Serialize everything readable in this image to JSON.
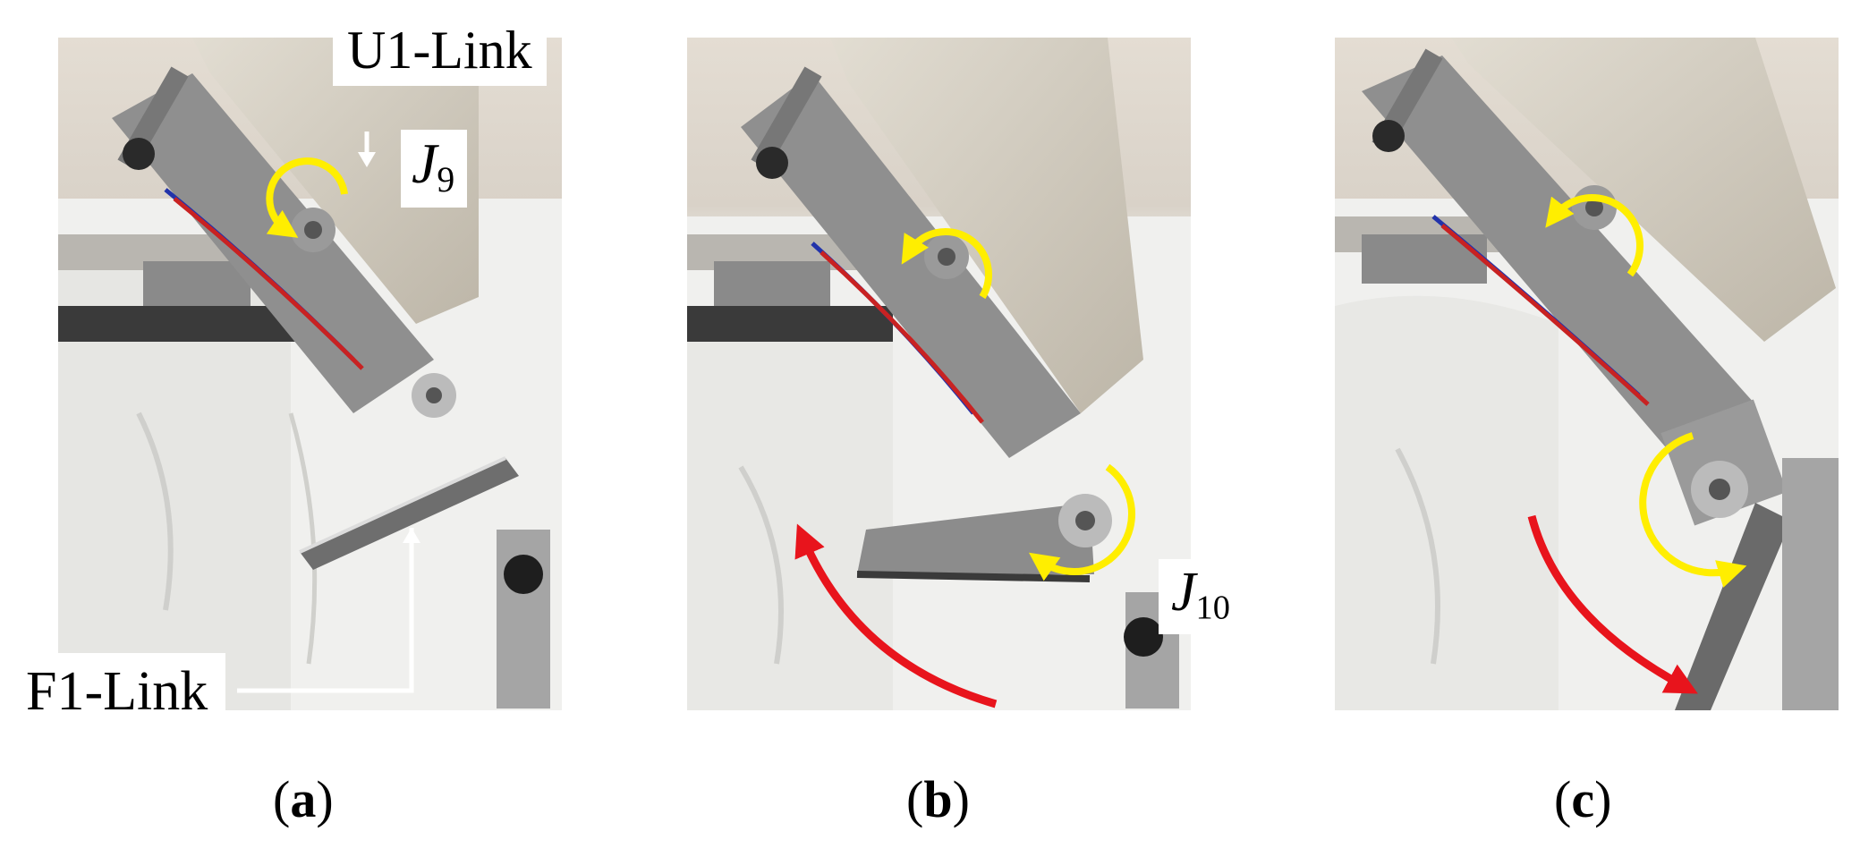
{
  "figure": {
    "panels": [
      {
        "caption": "a"
      },
      {
        "caption": "b"
      },
      {
        "caption": "c"
      }
    ],
    "labels": {
      "u1_link": "U1-Link",
      "f1_link": "F1-Link",
      "j9_symbol": "J",
      "j9_sub": "9",
      "j10_symbol": "J",
      "j10_sub": "10"
    },
    "colors": {
      "rotation_arrow": "#ffee00",
      "motion_arrow": "#e8141c"
    }
  }
}
